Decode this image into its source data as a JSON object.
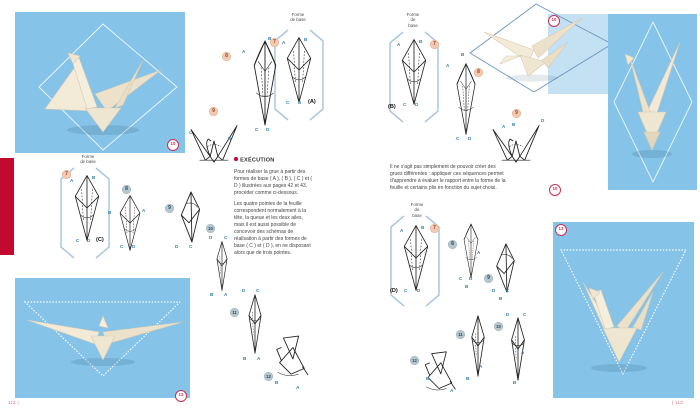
{
  "letters": {
    "a": "A",
    "b": "B",
    "c": "C",
    "d": "D"
  },
  "variants": {
    "a": "(A)",
    "b": "(B)",
    "c": "(C)",
    "d": "(D)"
  },
  "badges": {
    "s7": "7",
    "s8": "8",
    "s9": "9",
    "s10": "10",
    "s11": "11",
    "s12": "12",
    "s13": "13"
  },
  "base_label": {
    "line1": "Forme",
    "line2": "de base",
    "de": "de",
    "base": "base"
  },
  "execution": {
    "heading": "EXÉCUTION",
    "para1": "Pour réaliser la grue à partir des formes de base ( A ), ( B ), ( C ) et ( D ) illustrées aux pages 42 et 43, procéder comme ci-dessous.",
    "para2": "Les quatre pointes de la feuille correspondent normalement à la tête, la queue et les deux ailes, mais il est aussi possible de concevoir des schémas de réalisation à partir des formes de base ( C ) et ( D ), en ne disposant alors que de trois pointes."
  },
  "intro": {
    "para": "Il ne s'agit pas simplement de pouvoir créer des grues différentes : appliquer ces séquences permet d'apprendre à évaluer le rapport entre la forme de la feuille et certains plis en fonction du sujet choisi."
  },
  "page_numbers": {
    "left": "112 |",
    "right": "| 113"
  },
  "colors": {
    "panel_blue": "#85c3e9",
    "panel_blue_light": "#c4e0f3",
    "accent_red": "#c20a2e",
    "badge_salmon": "#f3c9b1",
    "badge_gray": "#b7c6cd",
    "photo_badge_red": "#cb3150",
    "point_letter_blue": "#2f7fae"
  }
}
